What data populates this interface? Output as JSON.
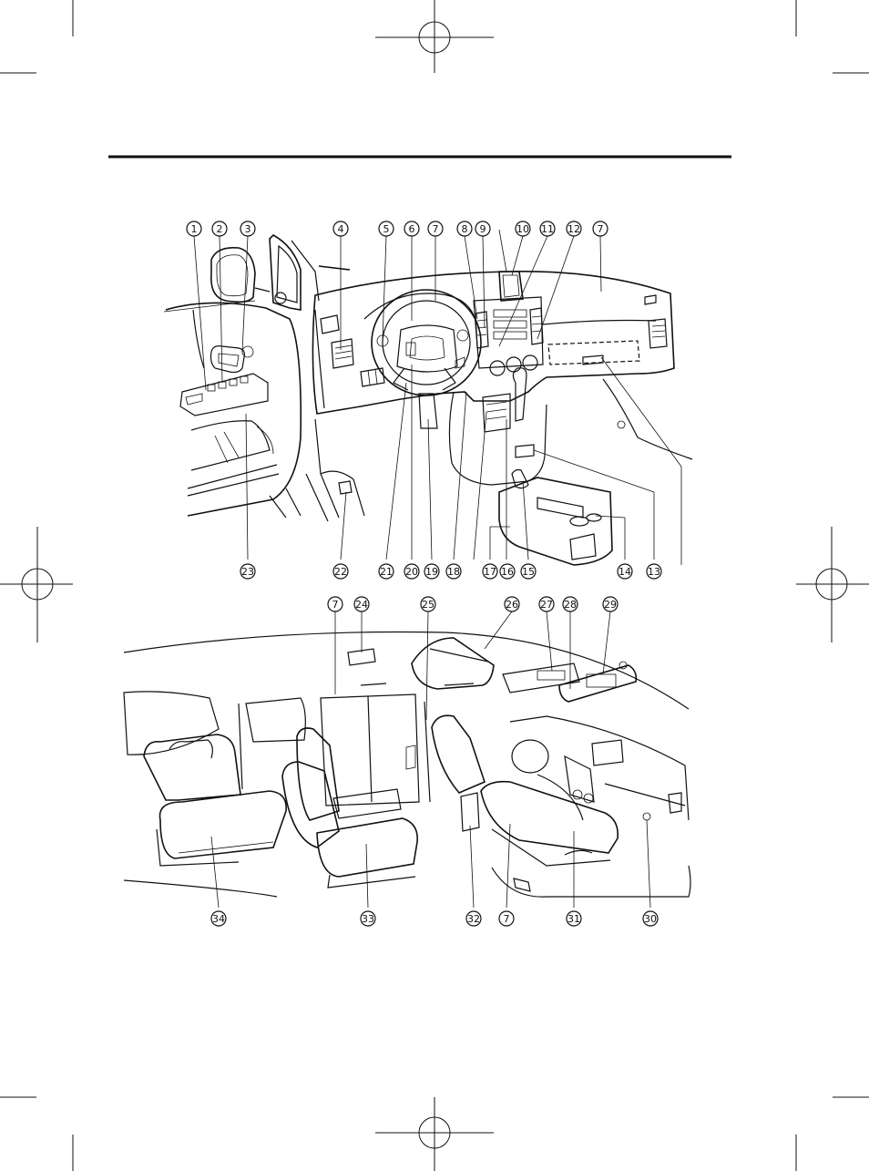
{
  "labels": {
    "n1": "1",
    "n2": "2",
    "n3": "3",
    "n4": "4",
    "n5": "5",
    "n6": "6",
    "n7": "7",
    "n8": "8",
    "n9": "9",
    "n10": "10",
    "n11": "11",
    "n12": "12",
    "n13": "13",
    "n14": "14",
    "n15": "15",
    "n16": "16",
    "n17": "17",
    "n18": "18",
    "n19": "19",
    "n20": "20",
    "n21": "21",
    "n22": "22",
    "n23": "23",
    "n24": "24",
    "n25": "25",
    "n26": "26",
    "n27": "27",
    "n28": "28",
    "n29": "29",
    "n30": "30",
    "n31": "31",
    "n32": "32",
    "n33": "33",
    "n34": "34"
  },
  "colors": {
    "ink": "#111111",
    "paper": "#ffffff"
  }
}
